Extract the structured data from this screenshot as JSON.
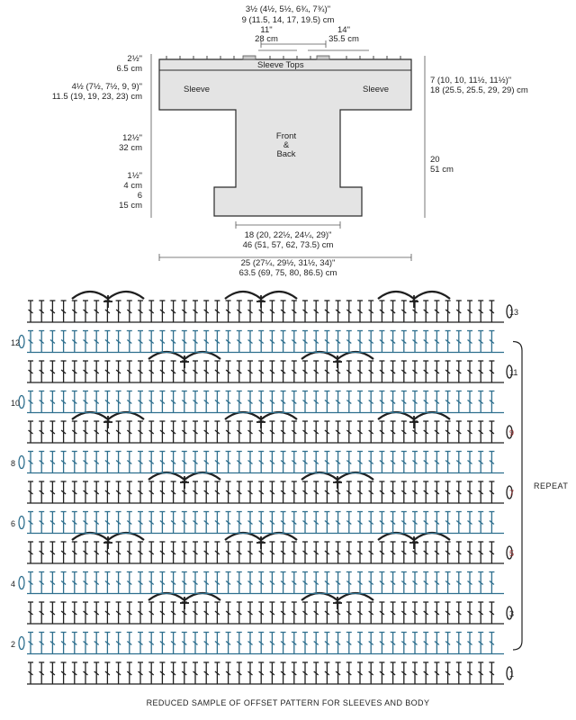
{
  "schematic": {
    "piece_labels": {
      "sleeve_tops": "Sleeve Tops",
      "sleeve_left": "Sleeve",
      "sleeve_right": "Sleeve",
      "body_line1": "Front",
      "body_line2": "&",
      "body_line3": "Back"
    },
    "top": {
      "line1": "3½ (4½, 5½, 6¾, 7¾)\"",
      "line2": "9 (11.5, 14, 17, 19.5) cm"
    },
    "top_left": {
      "in": "11\"",
      "cm": "28 cm"
    },
    "top_right": {
      "in": "14\"",
      "cm": "35.5 cm"
    },
    "left_1": {
      "in": "2½\"",
      "cm": "6.5 cm"
    },
    "left_2": {
      "in": "4½ (7½, 7½, 9, 9)\"",
      "cm": "11.5 (19, 19, 23, 23) cm"
    },
    "left_3": {
      "in": "12½\"",
      "cm": "32 cm"
    },
    "left_4": {
      "in": "1½\"",
      "cm": "4 cm"
    },
    "left_5": {
      "in": "6",
      "cm": "15 cm"
    },
    "right_1": {
      "in": "7 (10, 10, 11½, 11½)\"",
      "cm": "18 (25.5, 25.5, 29, 29) cm"
    },
    "right_2": {
      "in": "20",
      "cm": "51 cm"
    },
    "bottom_1": {
      "in": "18 (20, 22½, 24¼, 29)\"",
      "cm": "46 (51, 57, 62, 73.5) cm"
    },
    "bottom_2": {
      "in": "25 (27¼, 29½, 31½, 34)\"",
      "cm": "63.5 (69, 75, 80, 86.5) cm"
    }
  },
  "chart": {
    "row_numbers": [
      "1",
      "2",
      "3",
      "4",
      "5",
      "6",
      "7",
      "8",
      "9",
      "10",
      "11",
      "12",
      "13"
    ],
    "repeat_label": "REPEAT",
    "caption": "REDUCED SAMPLE OF OFFSET PATTERN FOR SLEEVES AND BODY",
    "colors": {
      "dark_row": "#1f1f1f",
      "blue_row": "#2e6f8e",
      "shape_fill": "#e4e4e4",
      "accent_num": "#9b2a2a"
    }
  }
}
